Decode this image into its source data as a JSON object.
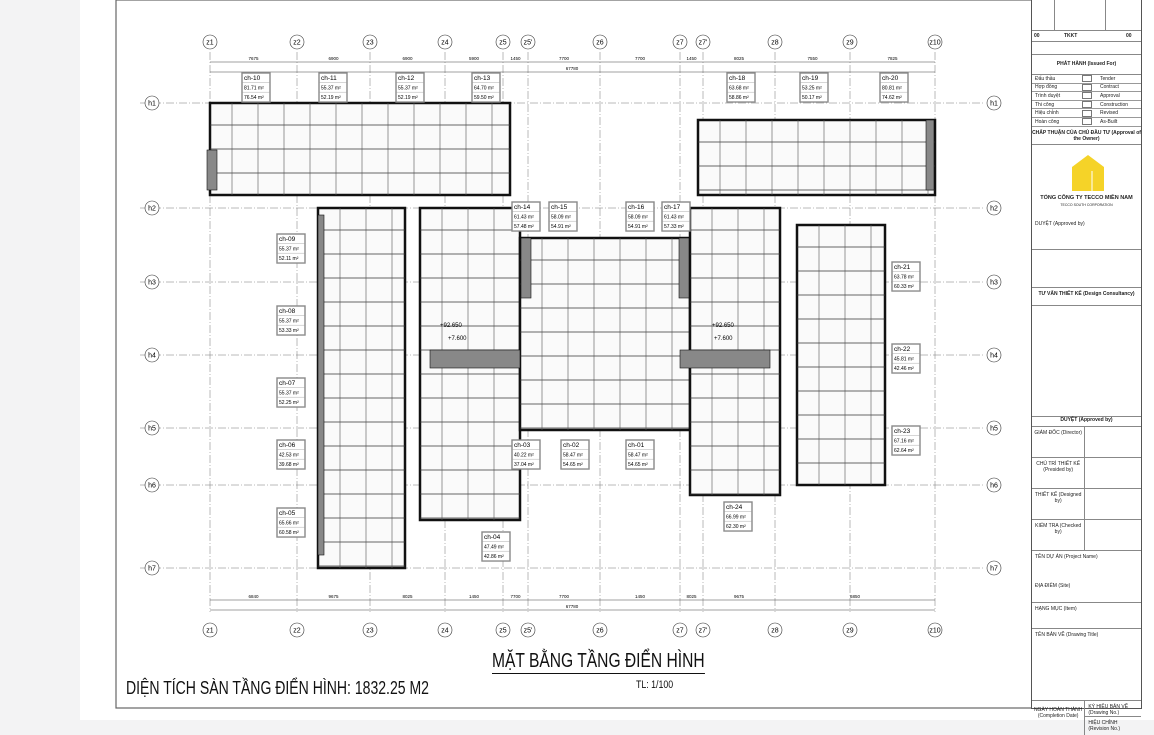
{
  "drawing": {
    "title": "MẶT BẰNG TẦNG ĐIỂN HÌNH",
    "scale": "TL: 1/100",
    "area_label": "DIỆN TÍCH SÀN TẦNG ĐIỂN HÌNH: 1832.25 M2",
    "total_dimension": "67780",
    "elevations": [
      "+92.650",
      "+7.600",
      "+92.650",
      "+7.600"
    ],
    "grid_cols": [
      "z1",
      "z2",
      "z3",
      "z4",
      "z5",
      "z5'",
      "z6",
      "z7",
      "z7'",
      "z8",
      "z9",
      "z10"
    ],
    "grid_rows": [
      "h1",
      "h2",
      "h3",
      "h4",
      "h5",
      "h6",
      "h7"
    ],
    "top_dims": [
      "7675",
      "6900",
      "6900",
      "5900",
      "1450",
      "7700",
      "7700",
      "1450",
      "8025",
      "7550",
      "7825"
    ],
    "bottom_dims": [
      "6840",
      "9675",
      "8025",
      "1450",
      "7700",
      "7700",
      "1450",
      "8025",
      "9675",
      "6850"
    ],
    "units": [
      {
        "name": "ch-10",
        "gross": "81.71 m²",
        "net": "76.54 m²"
      },
      {
        "name": "ch-11",
        "gross": "55.37 m²",
        "net": "52.19 m²"
      },
      {
        "name": "ch-12",
        "gross": "55.37 m²",
        "net": "52.19 m²"
      },
      {
        "name": "ch-13",
        "gross": "64.70 m²",
        "net": "59.50 m²"
      },
      {
        "name": "ch-18",
        "gross": "63.68 m²",
        "net": "58.86 m²"
      },
      {
        "name": "ch-19",
        "gross": "53.25 m²",
        "net": "50.17 m²"
      },
      {
        "name": "ch-20",
        "gross": "80.81 m²",
        "net": "74.62 m²"
      },
      {
        "name": "ch-14",
        "gross": "61.43 m²",
        "net": "57.48 m²"
      },
      {
        "name": "ch-15",
        "gross": "58.09 m²",
        "net": "54.91 m²"
      },
      {
        "name": "ch-16",
        "gross": "58.09 m²",
        "net": "54.91 m²"
      },
      {
        "name": "ch-17",
        "gross": "61.43 m²",
        "net": "57.33 m²"
      },
      {
        "name": "ch-09",
        "gross": "55.37 m²",
        "net": "52.11 m²"
      },
      {
        "name": "ch-08",
        "gross": "55.37 m²",
        "net": "53.33 m²"
      },
      {
        "name": "ch-07",
        "gross": "55.37 m²",
        "net": "52.25 m²"
      },
      {
        "name": "ch-06",
        "gross": "42.53 m²",
        "net": "39.68 m²"
      },
      {
        "name": "ch-05",
        "gross": "65.66 m²",
        "net": "60.58 m²"
      },
      {
        "name": "ch-04",
        "gross": "47.49 m²",
        "net": "42.86 m²"
      },
      {
        "name": "ch-03",
        "gross": "40.22 m²",
        "net": "37.04 m²"
      },
      {
        "name": "ch-02",
        "gross": "58.47 m²",
        "net": "54.65 m²"
      },
      {
        "name": "ch-01",
        "gross": "58.47 m²",
        "net": "54.65 m²"
      },
      {
        "name": "ch-24",
        "gross": "66.99 m²",
        "net": "62.30 m²"
      },
      {
        "name": "ch-21",
        "gross": "63.78 m²",
        "net": "60.33 m²"
      },
      {
        "name": "ch-22",
        "gross": "45.81 m²",
        "net": "42.46 m²"
      },
      {
        "name": "ch-23",
        "gross": "67.16 m²",
        "net": "62.64 m²"
      }
    ]
  },
  "title_block": {
    "rev": "00",
    "stage": "TKKT",
    "rev2": "00",
    "issued_for": "PHÁT HÀNH (Issued For)",
    "stages": [
      {
        "vi": "Đấu thầu",
        "en": "Tender"
      },
      {
        "vi": "Hợp đồng",
        "en": "Contract"
      },
      {
        "vi": "Trình duyệt",
        "en": "Approval"
      },
      {
        "vi": "Thi công",
        "en": "Construction"
      },
      {
        "vi": "Hiệu chỉnh",
        "en": "Revised"
      },
      {
        "vi": "Hoàn công",
        "en": "As-Built"
      }
    ],
    "owner_approval": "CHẤP THUẬN CỦA CHỦ ĐẦU TƯ (Approval of the Owner)",
    "company": "TỔNG CÔNG TY TECCO MIỀN NAM",
    "company_en": "TECCO SOUTH CORPORATION",
    "approved_by_1": "DUYỆT (Approved by)",
    "consultancy": "TƯ VẤN THIẾT KẾ (Design Consultancy)",
    "approved_by_2": "DUYỆT (Approved by)",
    "director": "GIÁM ĐỐC (Director)",
    "presided": "CHỦ TRÌ THIẾT KẾ (Presided by)",
    "designed": "THIẾT KẾ (Designed by)",
    "checked": "KIỂM TRA (Checked by)",
    "project_name": "TÊN DỰ ÁN (Project Name)",
    "site": "ĐỊA ĐIỂM (Site)",
    "item": "HẠNG MỤC (Item)",
    "drawing_title": "TÊN BẢN VẼ (Drawing Title)",
    "completion_date": "NGÀY HOÀN THÀNH (Completion Date)",
    "drawing_no": "KÝ HIỆU BẢN VẼ (Drawing No.)",
    "revision_no": "HIỆU CHỈNH (Revision No.)"
  },
  "colors": {
    "logo": "#f5d328",
    "wall": "#111111",
    "grid": "#666666"
  }
}
